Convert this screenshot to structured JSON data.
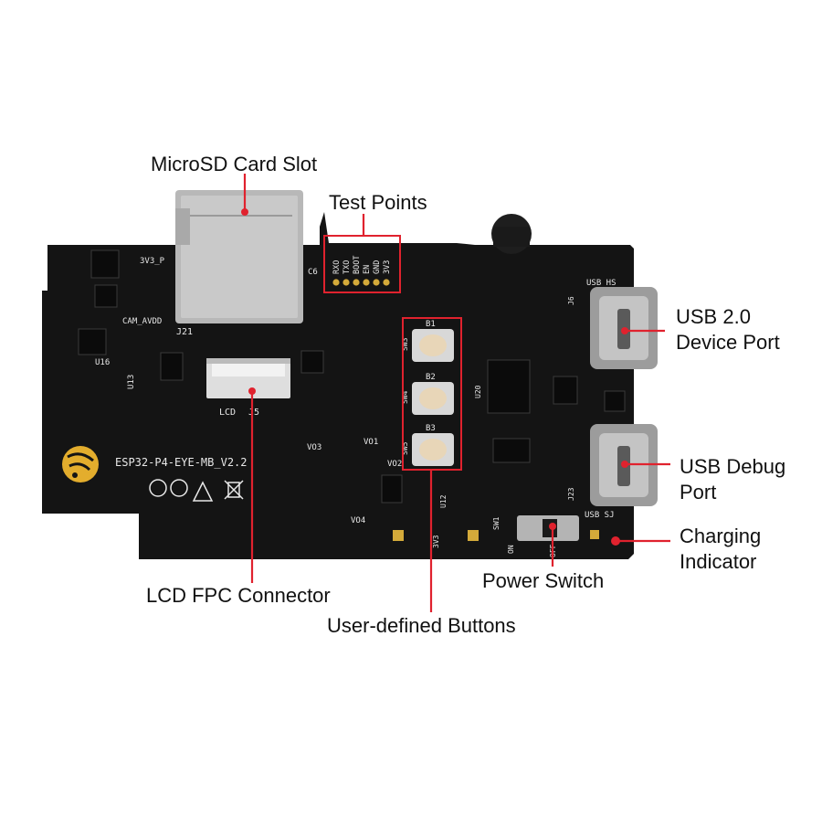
{
  "callouts": {
    "microsd": "MicroSD Card Slot",
    "test_points": "Test Points",
    "usb2_line1": "USB 2.0",
    "usb2_line2": "Device Port",
    "usb_debug_line1": "USB Debug",
    "usb_debug_line2": "Port",
    "charging_line1": "Charging",
    "charging_line2": "Indicator",
    "power_switch": "Power Switch",
    "user_buttons": "User-defined Buttons",
    "lcd_fpc": "LCD FPC Connector"
  },
  "silkscreen": {
    "board_name": "ESP32-P4-EYE-MB_V2.2",
    "tp_labels": [
      "RXO",
      "TXO",
      "BOOT",
      "EN",
      "GND",
      "3V3"
    ],
    "c6": "C6",
    "v3p": "3V3_P",
    "cam": "CAM_AVDD",
    "j21": "J21",
    "u16": "U16",
    "u13": "U13",
    "lcd": "LCD",
    "j5": "J5",
    "vo3": "VO3",
    "vo1": "VO1",
    "vo2": "VO2",
    "vo4": "VO4",
    "b1": "B1",
    "b2": "B2",
    "b3": "B3",
    "sw3": "SW3",
    "sw4": "SW4",
    "sw5": "SW5",
    "u20": "U20",
    "u12": "U12",
    "v33": "3V3",
    "usb_hs": "USB HS",
    "j6": "J6",
    "j23": "J23",
    "usb_sj": "USB SJ",
    "sw1": "SW1",
    "on": "ON",
    "off": "OFF"
  },
  "colors": {
    "board": "#141414",
    "highlight": "#e0222e",
    "sd_metal": "#bdbdbd",
    "button_cap": "#e8d6b8",
    "pad": "#d4aa3a"
  }
}
